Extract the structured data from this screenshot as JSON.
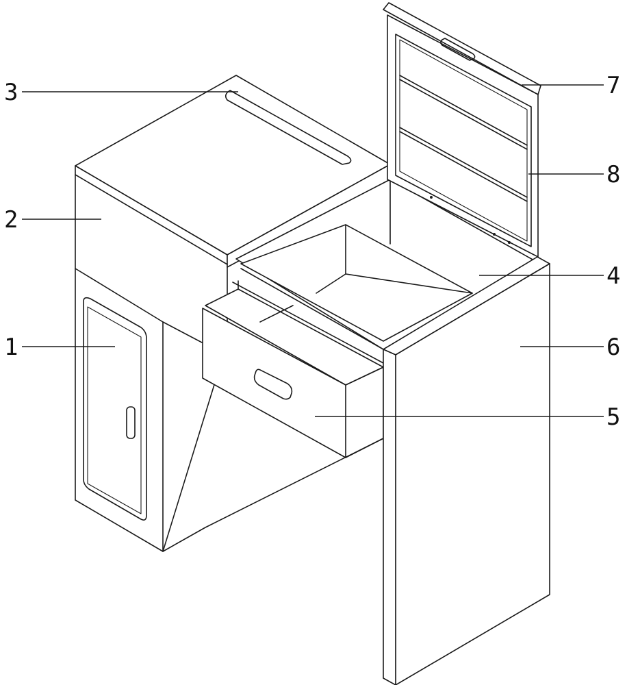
{
  "callouts": [
    {
      "id": "c1",
      "text": "1"
    },
    {
      "id": "c2",
      "text": "2"
    },
    {
      "id": "c3",
      "text": "3"
    },
    {
      "id": "c4",
      "text": "4"
    },
    {
      "id": "c5",
      "text": "5"
    },
    {
      "id": "c6",
      "text": "6"
    },
    {
      "id": "c7",
      "text": "7"
    },
    {
      "id": "c8",
      "text": "8"
    }
  ]
}
